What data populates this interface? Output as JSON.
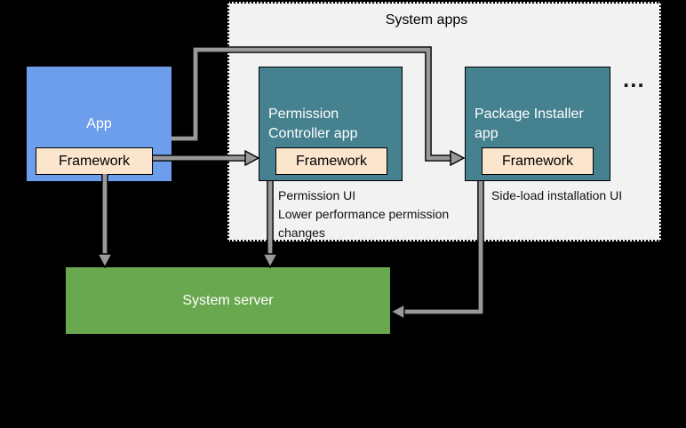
{
  "system_apps_panel": {
    "title": "System apps",
    "more_indicator": "...",
    "background": "#f2f2f2"
  },
  "app_box": {
    "title": "App",
    "framework_label": "Framework",
    "color": "#6d9eeb"
  },
  "permission_controller_box": {
    "title": "Permission Controller app",
    "framework_label": "Framework",
    "color": "#45818e",
    "note_line1": "Permission UI",
    "note_line2": "Lower performance permission changes"
  },
  "package_installer_box": {
    "title": "Package Installer app",
    "framework_label": "Framework",
    "color": "#45818e",
    "note": "Side-load installation UI"
  },
  "system_server_box": {
    "title": "System server",
    "color": "#6aa84f"
  },
  "framework_box_color": "#fce5cd",
  "arrow": {
    "fill": "#999999",
    "outline": "#000000"
  },
  "canvas_background": "#000000"
}
